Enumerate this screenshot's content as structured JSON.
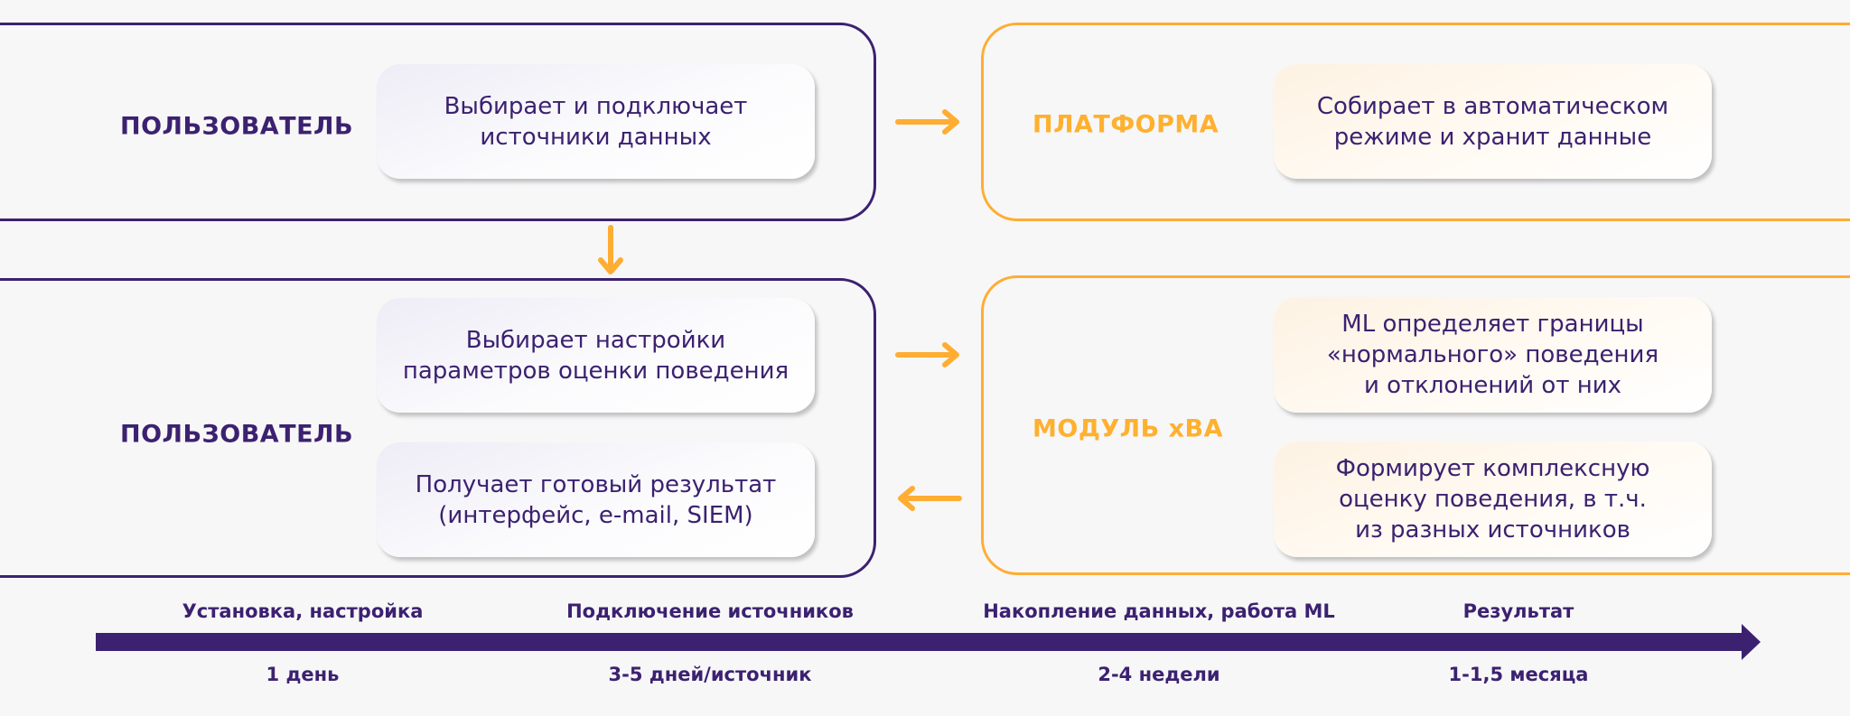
{
  "colors": {
    "purple": "#3c2170",
    "orange": "#ffad33",
    "background": "#f7f7f8"
  },
  "stages": [
    {
      "actor": "ПОЛЬЗОВАТЕЛЬ",
      "cards": [
        "Выбирает и подключает\nисточники данных"
      ]
    },
    {
      "actor": "ПЛАТФОРМА",
      "cards": [
        "Собирает в автоматическом\nрежиме и хранит данные"
      ]
    },
    {
      "actor": "ПОЛЬЗОВАТЕЛЬ",
      "cards": [
        "Выбирает настройки\nпараметров оценки поведения",
        "Получает готовый результат\n(интерфейс, e-mail, SIEM)"
      ]
    },
    {
      "actor": "МОДУЛЬ xBA",
      "cards": [
        "ML определяет границы\n«нормального» поведения\nи отклонений от них",
        "Формирует комплексную\nоценку поведения, в т.ч.\nиз разных источников"
      ]
    }
  ],
  "flow_arrows": [
    {
      "from": "user-top",
      "to": "platform",
      "direction": "right",
      "icon": "arrow-right-icon"
    },
    {
      "from": "user-top",
      "to": "user-bottom",
      "direction": "down",
      "icon": "arrow-down-icon"
    },
    {
      "from": "user-bottom",
      "to": "xba-module",
      "direction": "right",
      "icon": "arrow-right-icon"
    },
    {
      "from": "xba-module",
      "to": "user-bottom",
      "direction": "left",
      "icon": "arrow-left-icon"
    }
  ],
  "timeline": {
    "phases": [
      {
        "label": "Установка, настройка",
        "duration": "1 день"
      },
      {
        "label": "Подключение источников",
        "duration": "3-5 дней/источник"
      },
      {
        "label": "Накопление данных, работа ML",
        "duration": "2-4 недели"
      },
      {
        "label": "Результат",
        "duration": "1-1,5 месяца"
      }
    ]
  }
}
